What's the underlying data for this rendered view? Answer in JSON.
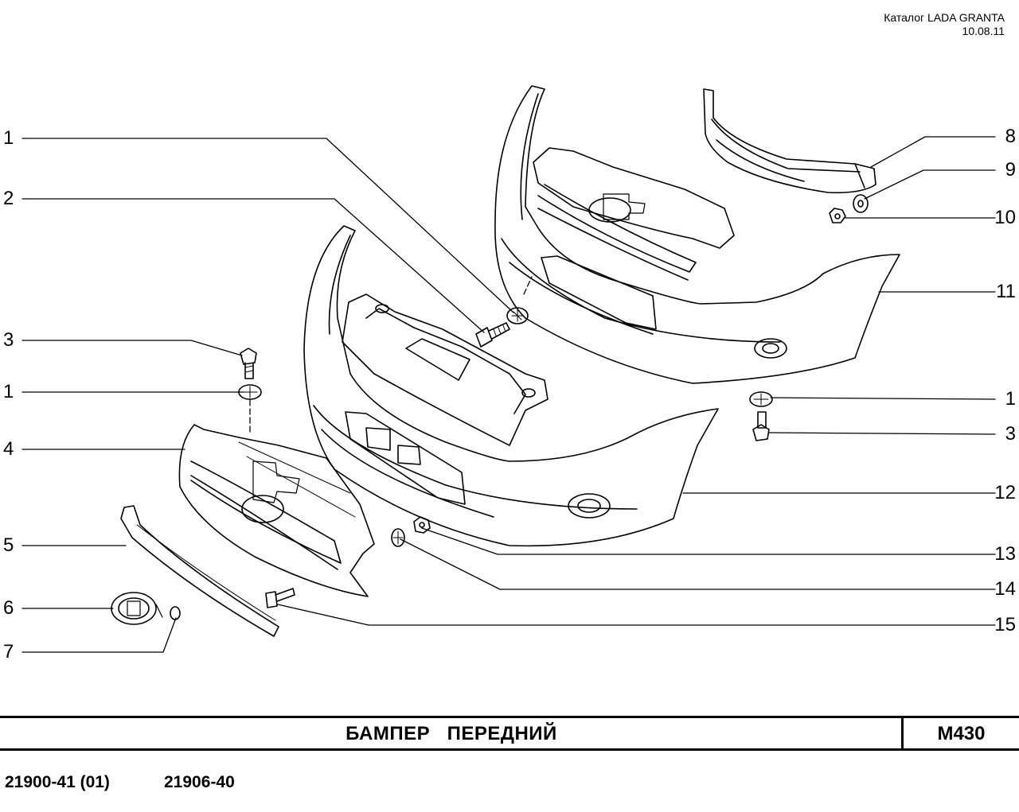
{
  "header": {
    "catalog": "Каталог LADA  GRANTA",
    "date": "10.08.11"
  },
  "callouts": {
    "left": [
      "1",
      "2",
      "3",
      "1",
      "4",
      "5",
      "6",
      "7"
    ],
    "right": [
      "8",
      "9",
      "10",
      "11",
      "1",
      "3",
      "12",
      "13",
      "14",
      "15"
    ]
  },
  "title_block": {
    "title": "БАМПЕР   ПЕРЕДНИЙ",
    "code": "M430"
  },
  "models": [
    "21900-41 (01)",
    "21906-40"
  ]
}
